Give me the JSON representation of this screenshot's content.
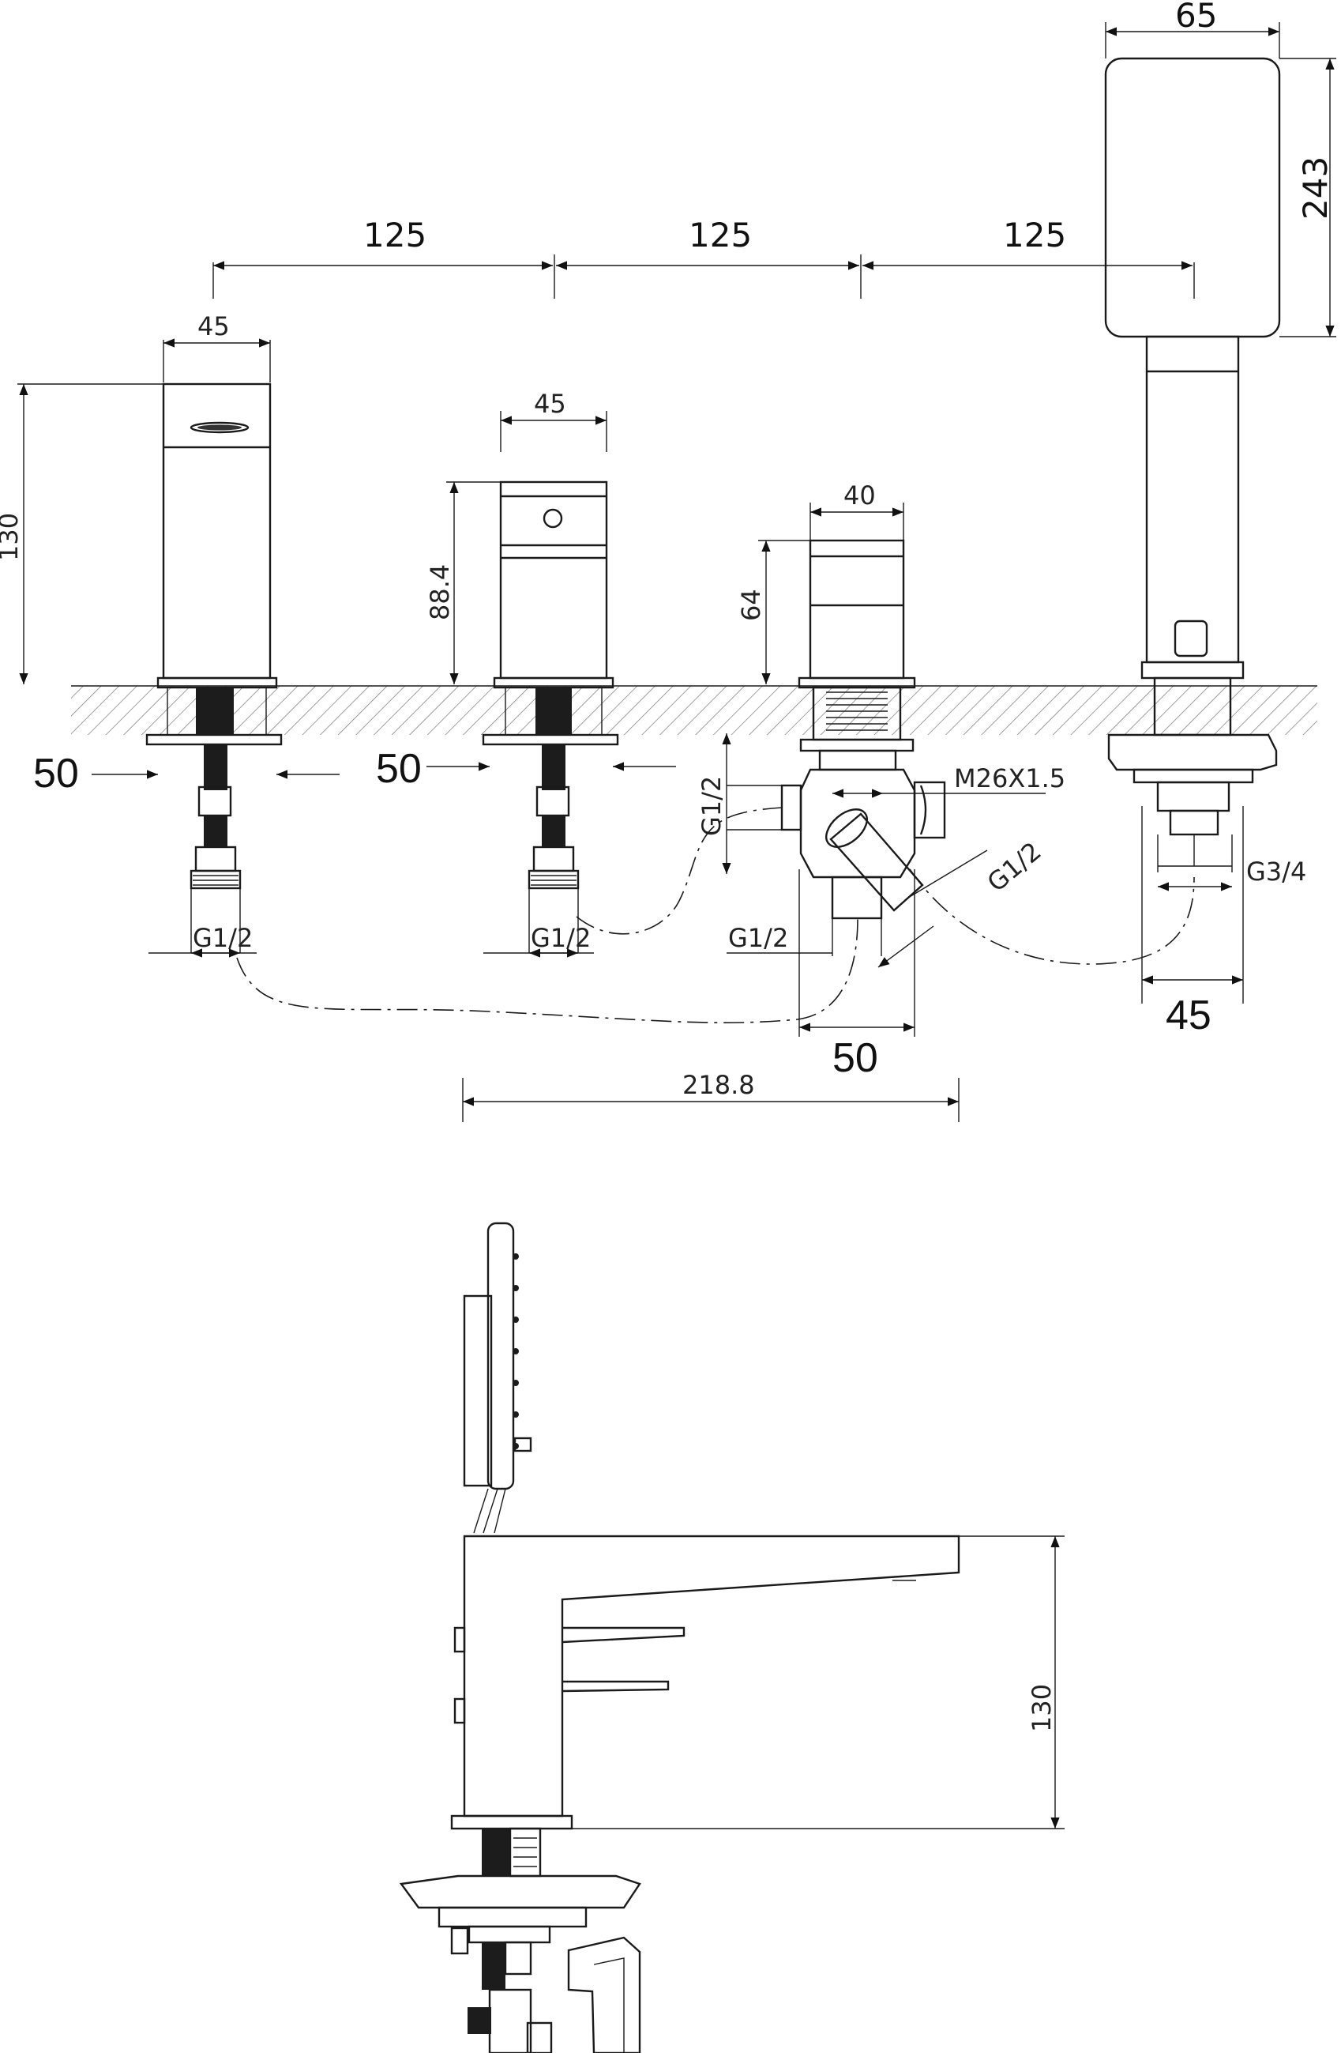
{
  "dimensions": {
    "spacing_1": "125",
    "spacing_2": "125",
    "spacing_3": "125",
    "handshower_width": "65",
    "handshower_height": "243",
    "spout_width": "45",
    "spout_height": "130",
    "valve_width": "45",
    "valve_height": "88.4",
    "diverter_width": "40",
    "diverter_height": "64",
    "hole_spout": "50",
    "hole_valve": "50",
    "hole_diverter": "50",
    "hole_handshower": "45",
    "thread_spout": "G1/2",
    "thread_valve": "G1/2",
    "thread_diverter_in": "G1/2",
    "thread_diverter_side": "G1/2",
    "thread_diverter_out": "G1/2",
    "thread_m26": "M26X1.5",
    "thread_handshower": "G3/4",
    "side_depth": "218.8",
    "side_height": "130"
  },
  "colors": {
    "line": "#1a1a1a",
    "fill_dark": "#1c1c1c",
    "background": "#ffffff"
  }
}
